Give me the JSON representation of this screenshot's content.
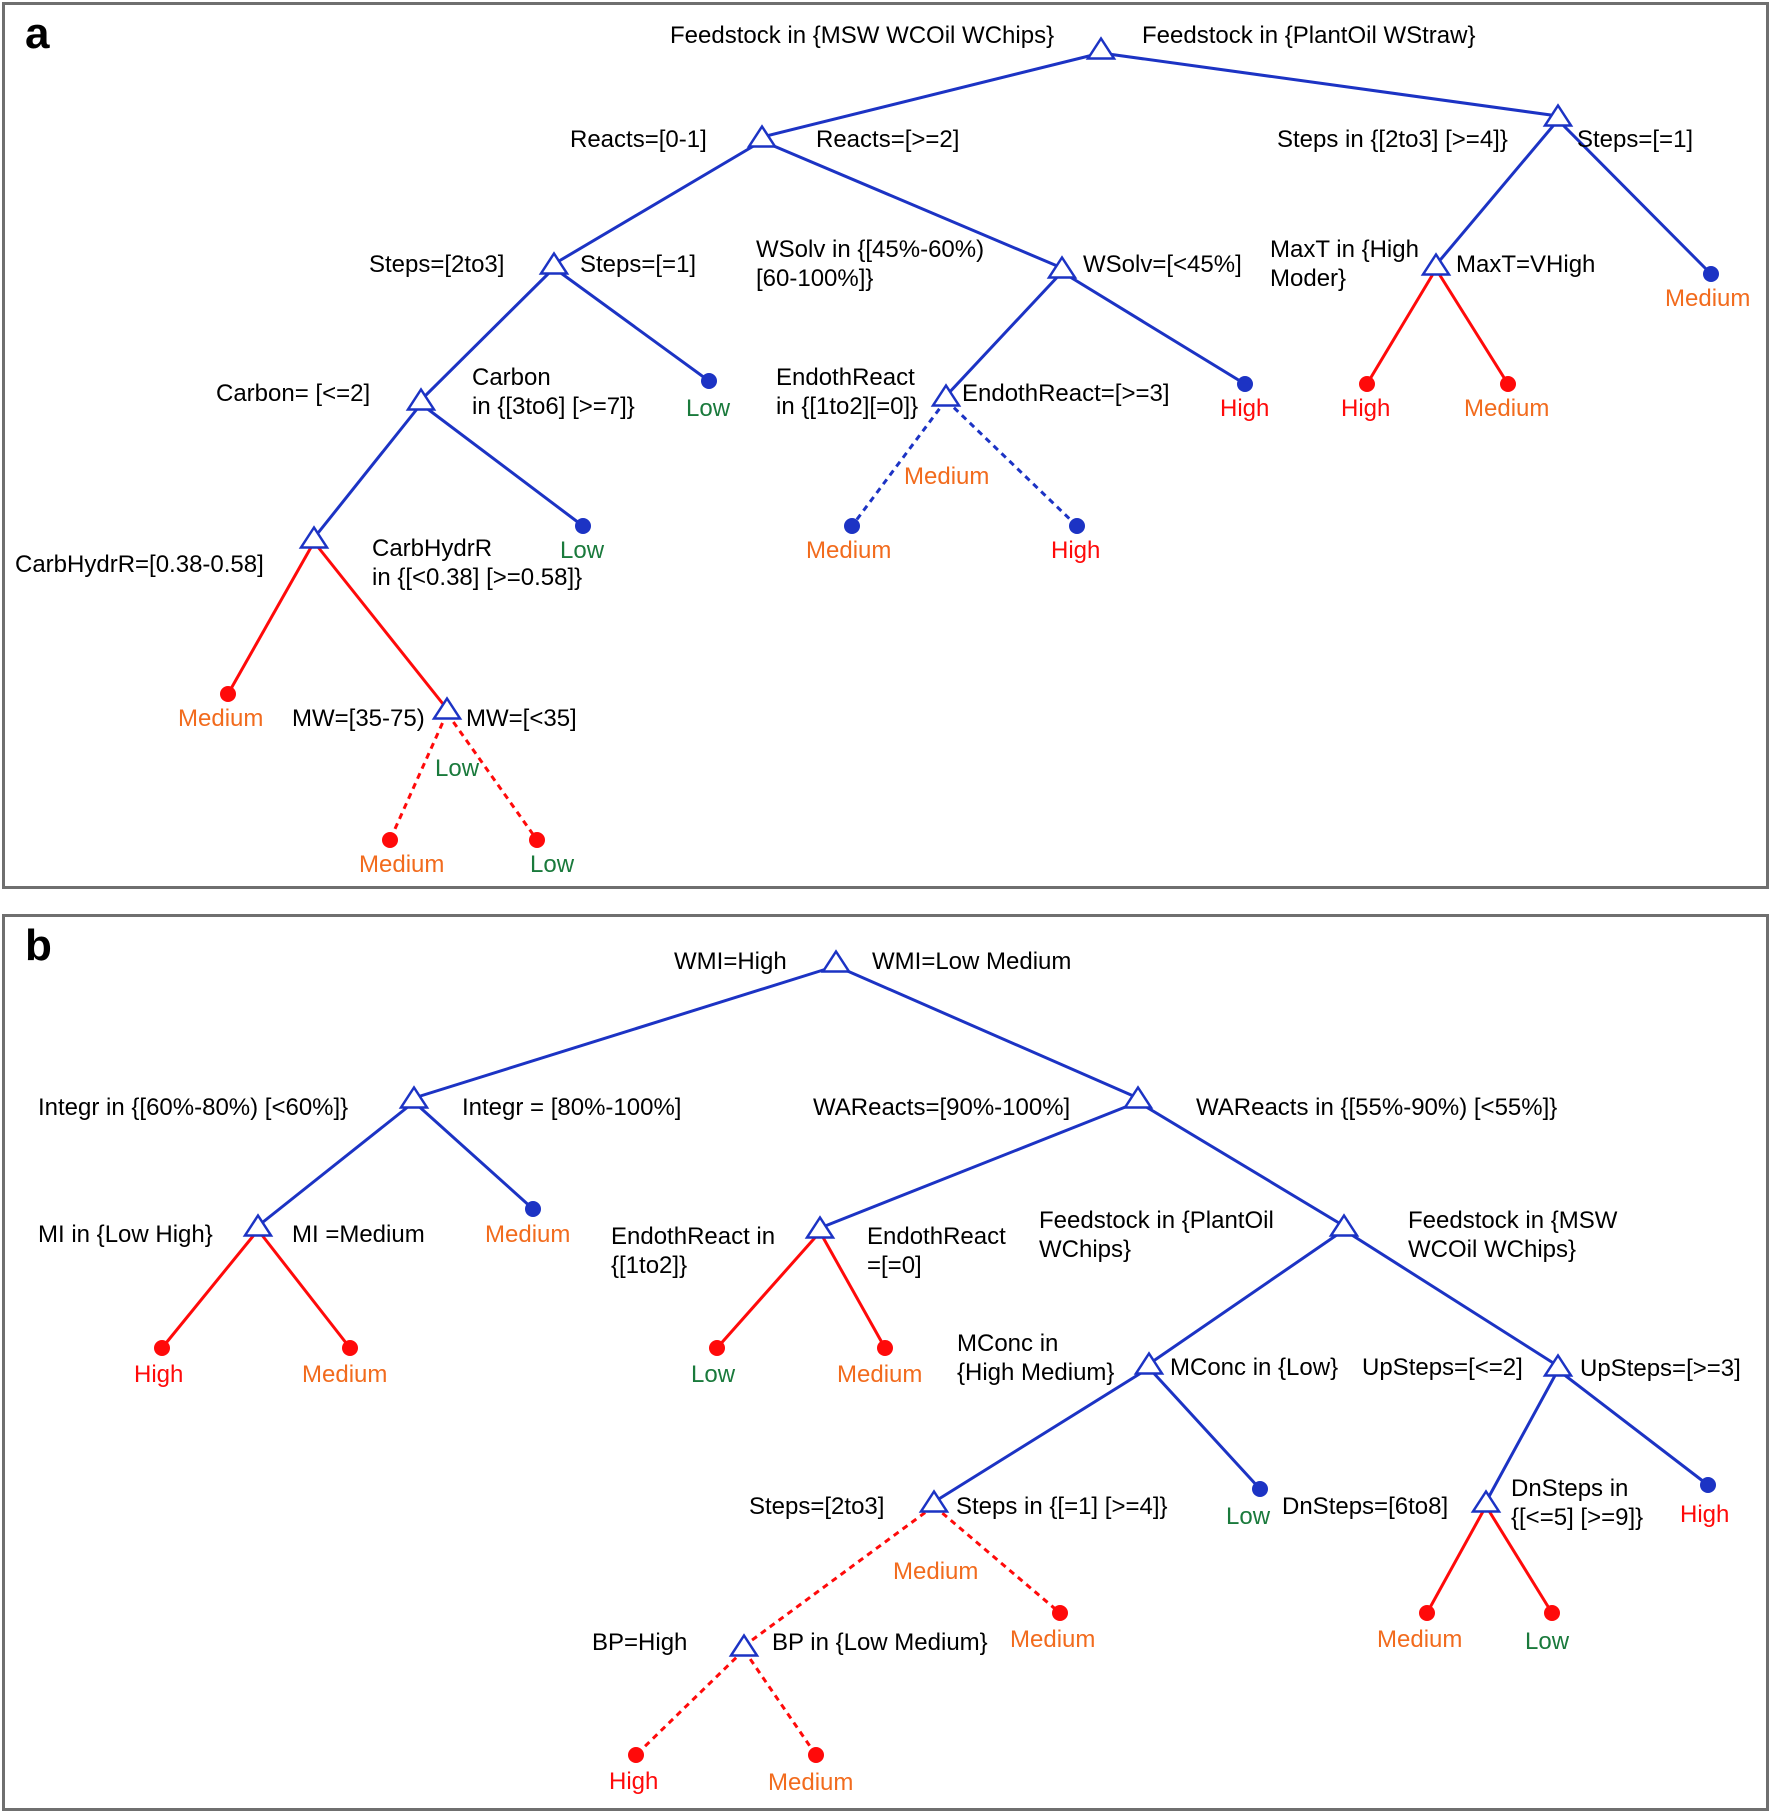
{
  "colors": {
    "blue": "#1c33c4",
    "red": "#ff0a0a",
    "orange": "#f26b1d",
    "green": "#1a7a3c",
    "black": "#000000"
  },
  "panels": [
    {
      "letter": "a",
      "node_shape": "triangle",
      "leaf_shape": "dot",
      "edges": [
        {
          "from": "a_root",
          "to": "a_n1",
          "color": "blue",
          "dashed": false
        },
        {
          "from": "a_root",
          "to": "a_n2",
          "color": "blue",
          "dashed": false
        },
        {
          "from": "a_n1",
          "to": "a_n3",
          "color": "blue",
          "dashed": false
        },
        {
          "from": "a_n1",
          "to": "a_n4",
          "color": "blue",
          "dashed": false
        },
        {
          "from": "a_n3",
          "to": "a_n5",
          "color": "blue",
          "dashed": false
        },
        {
          "from": "a_n3",
          "to": "a_l1",
          "color": "blue",
          "dashed": false
        },
        {
          "from": "a_n5",
          "to": "a_n6",
          "color": "blue",
          "dashed": false
        },
        {
          "from": "a_n5",
          "to": "a_l2",
          "color": "blue",
          "dashed": false
        },
        {
          "from": "a_n6",
          "to": "a_l3",
          "color": "red",
          "dashed": false
        },
        {
          "from": "a_n6",
          "to": "a_n7",
          "color": "red",
          "dashed": false
        },
        {
          "from": "a_n7",
          "to": "a_l4",
          "color": "red",
          "dashed": true
        },
        {
          "from": "a_n7",
          "to": "a_l5",
          "color": "red",
          "dashed": true
        },
        {
          "from": "a_n4",
          "to": "a_n8",
          "color": "blue",
          "dashed": false
        },
        {
          "from": "a_n4",
          "to": "a_l6",
          "color": "blue",
          "dashed": false
        },
        {
          "from": "a_n8",
          "to": "a_l7",
          "color": "blue",
          "dashed": true
        },
        {
          "from": "a_n8",
          "to": "a_l8",
          "color": "blue",
          "dashed": true
        },
        {
          "from": "a_n2",
          "to": "a_n9",
          "color": "blue",
          "dashed": false
        },
        {
          "from": "a_n2",
          "to": "a_l9",
          "color": "blue",
          "dashed": false
        },
        {
          "from": "a_n9",
          "to": "a_l10",
          "color": "red",
          "dashed": false
        },
        {
          "from": "a_n9",
          "to": "a_l11",
          "color": "red",
          "dashed": false
        }
      ],
      "nodes": [
        {
          "id": "a_root",
          "color": "blue"
        },
        {
          "id": "a_n1",
          "color": "blue"
        },
        {
          "id": "a_n2",
          "color": "blue"
        },
        {
          "id": "a_n3",
          "color": "blue"
        },
        {
          "id": "a_n4",
          "color": "blue"
        },
        {
          "id": "a_n5",
          "color": "blue"
        },
        {
          "id": "a_n6",
          "color": "blue"
        },
        {
          "id": "a_n7",
          "color": "blue"
        },
        {
          "id": "a_n8",
          "color": "blue"
        },
        {
          "id": "a_n9",
          "color": "blue"
        }
      ],
      "leaves": [
        {
          "id": "a_l1",
          "dot": "blue"
        },
        {
          "id": "a_l2",
          "dot": "blue"
        },
        {
          "id": "a_l3",
          "dot": "red"
        },
        {
          "id": "a_l4",
          "dot": "red"
        },
        {
          "id": "a_l5",
          "dot": "red"
        },
        {
          "id": "a_l6",
          "dot": "blue"
        },
        {
          "id": "a_l7",
          "dot": "blue"
        },
        {
          "id": "a_l8",
          "dot": "blue"
        },
        {
          "id": "a_l9",
          "dot": "blue"
        },
        {
          "id": "a_l10",
          "dot": "red"
        },
        {
          "id": "a_l11",
          "dot": "red"
        }
      ],
      "labels": [
        {
          "id": "a_t1",
          "lines": [
            "Feedstock in {MSW WCOil WChips}"
          ],
          "color": "black"
        },
        {
          "id": "a_t2",
          "lines": [
            "Feedstock in {PlantOil WStraw}"
          ],
          "color": "black"
        },
        {
          "id": "a_t3",
          "lines": [
            "Reacts=[0-1]"
          ],
          "color": "black"
        },
        {
          "id": "a_t4",
          "lines": [
            "Reacts=[>=2]"
          ],
          "color": "black"
        },
        {
          "id": "a_t5",
          "lines": [
            "Steps in {[2to3] [>=4]}"
          ],
          "color": "black"
        },
        {
          "id": "a_t6",
          "lines": [
            "Steps=[=1]"
          ],
          "color": "black"
        },
        {
          "id": "a_t7",
          "lines": [
            "Steps=[2to3]"
          ],
          "color": "black"
        },
        {
          "id": "a_t8",
          "lines": [
            "Steps=[=1]"
          ],
          "color": "black"
        },
        {
          "id": "a_t9",
          "lines": [
            "WSolv in {[45%-60%)",
            "[60-100%]}"
          ],
          "color": "black"
        },
        {
          "id": "a_t10",
          "lines": [
            "WSolv=[<45%]"
          ],
          "color": "black"
        },
        {
          "id": "a_t11",
          "lines": [
            "MaxT in {High",
            "Moder}"
          ],
          "color": "black"
        },
        {
          "id": "a_t12",
          "lines": [
            "MaxT=VHigh"
          ],
          "color": "black"
        },
        {
          "id": "a_t13",
          "lines": [
            "Medium"
          ],
          "color": "orange"
        },
        {
          "id": "a_t14",
          "lines": [
            "Carbon= [<=2]"
          ],
          "color": "black"
        },
        {
          "id": "a_t15",
          "lines": [
            "Carbon",
            "in {[3to6] [>=7]}"
          ],
          "color": "black"
        },
        {
          "id": "a_t16",
          "lines": [
            "Low"
          ],
          "color": "green"
        },
        {
          "id": "a_t17",
          "lines": [
            "EndothReact",
            "in {[1to2][=0]}"
          ],
          "color": "black"
        },
        {
          "id": "a_t18",
          "lines": [
            "EndothReact=[>=3]"
          ],
          "color": "black"
        },
        {
          "id": "a_t19",
          "lines": [
            "High"
          ],
          "color": "red"
        },
        {
          "id": "a_t20",
          "lines": [
            "High"
          ],
          "color": "red"
        },
        {
          "id": "a_t21",
          "lines": [
            "Medium"
          ],
          "color": "orange"
        },
        {
          "id": "a_t22",
          "lines": [
            "Medium"
          ],
          "color": "orange"
        },
        {
          "id": "a_t23",
          "lines": [
            "CarbHydrR=[0.38-0.58]"
          ],
          "color": "black"
        },
        {
          "id": "a_t24",
          "lines": [
            "CarbHydrR",
            "in {[<0.38] [>=0.58]}"
          ],
          "color": "black"
        },
        {
          "id": "a_t25",
          "lines": [
            "Low"
          ],
          "color": "green"
        },
        {
          "id": "a_t26",
          "lines": [
            "Medium"
          ],
          "color": "orange"
        },
        {
          "id": "a_t27",
          "lines": [
            "High"
          ],
          "color": "red"
        },
        {
          "id": "a_t28",
          "lines": [
            "Medium"
          ],
          "color": "orange"
        },
        {
          "id": "a_t29",
          "lines": [
            "MW=[35-75)"
          ],
          "color": "black"
        },
        {
          "id": "a_t30",
          "lines": [
            "MW=[<35]"
          ],
          "color": "black"
        },
        {
          "id": "a_t31",
          "lines": [
            "Low"
          ],
          "color": "green"
        },
        {
          "id": "a_t32",
          "lines": [
            "Medium"
          ],
          "color": "orange"
        },
        {
          "id": "a_t33",
          "lines": [
            "Low"
          ],
          "color": "green"
        }
      ]
    },
    {
      "letter": "b",
      "node_shape": "triangle",
      "leaf_shape": "dot",
      "edges": [
        {
          "from": "b_root",
          "to": "b_n1",
          "color": "blue",
          "dashed": false
        },
        {
          "from": "b_root",
          "to": "b_n2",
          "color": "blue",
          "dashed": false
        },
        {
          "from": "b_n1",
          "to": "b_n3",
          "color": "blue",
          "dashed": false
        },
        {
          "from": "b_n1",
          "to": "b_l1",
          "color": "blue",
          "dashed": false
        },
        {
          "from": "b_n3",
          "to": "b_l2",
          "color": "red",
          "dashed": false
        },
        {
          "from": "b_n3",
          "to": "b_l3",
          "color": "red",
          "dashed": false
        },
        {
          "from": "b_n2",
          "to": "b_n4",
          "color": "blue",
          "dashed": false
        },
        {
          "from": "b_n2",
          "to": "b_n5",
          "color": "blue",
          "dashed": false
        },
        {
          "from": "b_n4",
          "to": "b_l4",
          "color": "red",
          "dashed": false
        },
        {
          "from": "b_n4",
          "to": "b_l5",
          "color": "red",
          "dashed": false
        },
        {
          "from": "b_n5",
          "to": "b_n6",
          "color": "blue",
          "dashed": false
        },
        {
          "from": "b_n5",
          "to": "b_n7",
          "color": "blue",
          "dashed": false
        },
        {
          "from": "b_n6",
          "to": "b_n8",
          "color": "blue",
          "dashed": false
        },
        {
          "from": "b_n6",
          "to": "b_l6",
          "color": "blue",
          "dashed": false
        },
        {
          "from": "b_n8",
          "to": "b_n9",
          "color": "red",
          "dashed": true
        },
        {
          "from": "b_n8",
          "to": "b_l7",
          "color": "red",
          "dashed": true
        },
        {
          "from": "b_n9",
          "to": "b_l8",
          "color": "red",
          "dashed": true
        },
        {
          "from": "b_n9",
          "to": "b_l9",
          "color": "red",
          "dashed": true
        },
        {
          "from": "b_n7",
          "to": "b_n10",
          "color": "blue",
          "dashed": false
        },
        {
          "from": "b_n7",
          "to": "b_l10",
          "color": "blue",
          "dashed": false
        },
        {
          "from": "b_n10",
          "to": "b_l11",
          "color": "red",
          "dashed": false
        },
        {
          "from": "b_n10",
          "to": "b_l12",
          "color": "red",
          "dashed": false
        }
      ],
      "nodes": [
        {
          "id": "b_root",
          "color": "blue"
        },
        {
          "id": "b_n1",
          "color": "blue"
        },
        {
          "id": "b_n2",
          "color": "blue"
        },
        {
          "id": "b_n3",
          "color": "blue"
        },
        {
          "id": "b_n4",
          "color": "blue"
        },
        {
          "id": "b_n5",
          "color": "blue"
        },
        {
          "id": "b_n6",
          "color": "blue"
        },
        {
          "id": "b_n7",
          "color": "blue"
        },
        {
          "id": "b_n8",
          "color": "blue"
        },
        {
          "id": "b_n9",
          "color": "blue"
        },
        {
          "id": "b_n10",
          "color": "blue"
        }
      ],
      "leaves": [
        {
          "id": "b_l1",
          "dot": "blue"
        },
        {
          "id": "b_l2",
          "dot": "red"
        },
        {
          "id": "b_l3",
          "dot": "red"
        },
        {
          "id": "b_l4",
          "dot": "red"
        },
        {
          "id": "b_l5",
          "dot": "red"
        },
        {
          "id": "b_l6",
          "dot": "blue"
        },
        {
          "id": "b_l7",
          "dot": "red"
        },
        {
          "id": "b_l8",
          "dot": "red"
        },
        {
          "id": "b_l9",
          "dot": "red"
        },
        {
          "id": "b_l10",
          "dot": "blue"
        },
        {
          "id": "b_l11",
          "dot": "red"
        },
        {
          "id": "b_l12",
          "dot": "red"
        }
      ],
      "labels": [
        {
          "id": "b_t1",
          "lines": [
            "WMI=High"
          ],
          "color": "black"
        },
        {
          "id": "b_t2",
          "lines": [
            "WMI=Low Medium"
          ],
          "color": "black"
        },
        {
          "id": "b_t3",
          "lines": [
            "Integr in {[60%-80%) [<60%]}"
          ],
          "color": "black"
        },
        {
          "id": "b_t4",
          "lines": [
            "Integr = [80%-100%]"
          ],
          "color": "black"
        },
        {
          "id": "b_t5",
          "lines": [
            "WAReacts=[90%-100%]"
          ],
          "color": "black"
        },
        {
          "id": "b_t6",
          "lines": [
            "WAReacts in {[55%-90%) [<55%]}"
          ],
          "color": "black"
        },
        {
          "id": "b_t7",
          "lines": [
            "MI in {Low High}"
          ],
          "color": "black"
        },
        {
          "id": "b_t8",
          "lines": [
            "MI =Medium"
          ],
          "color": "black"
        },
        {
          "id": "b_t9",
          "lines": [
            "Medium"
          ],
          "color": "orange"
        },
        {
          "id": "b_t10",
          "lines": [
            "EndothReact in",
            "{[1to2]}"
          ],
          "color": "black"
        },
        {
          "id": "b_t11",
          "lines": [
            "EndothReact",
            "=[=0]"
          ],
          "color": "black"
        },
        {
          "id": "b_t12",
          "lines": [
            "Feedstock in {PlantOil",
            "WChips}"
          ],
          "color": "black"
        },
        {
          "id": "b_t13",
          "lines": [
            "Feedstock in {MSW",
            "WCOil WChips}"
          ],
          "color": "black"
        },
        {
          "id": "b_t14",
          "lines": [
            "High"
          ],
          "color": "red"
        },
        {
          "id": "b_t15",
          "lines": [
            "Medium"
          ],
          "color": "orange"
        },
        {
          "id": "b_t16",
          "lines": [
            "Low"
          ],
          "color": "green"
        },
        {
          "id": "b_t17",
          "lines": [
            "Medium"
          ],
          "color": "orange"
        },
        {
          "id": "b_t18",
          "lines": [
            "MConc in",
            "{High Medium}"
          ],
          "color": "black"
        },
        {
          "id": "b_t19",
          "lines": [
            "MConc in {Low}"
          ],
          "color": "black"
        },
        {
          "id": "b_t20",
          "lines": [
            "UpSteps=[<=2]"
          ],
          "color": "black"
        },
        {
          "id": "b_t21",
          "lines": [
            "UpSteps=[>=3]"
          ],
          "color": "black"
        },
        {
          "id": "b_t22",
          "lines": [
            "Steps=[2to3]"
          ],
          "color": "black"
        },
        {
          "id": "b_t23",
          "lines": [
            "Steps in {[=1] [>=4]}"
          ],
          "color": "black"
        },
        {
          "id": "b_t24",
          "lines": [
            "Low"
          ],
          "color": "green"
        },
        {
          "id": "b_t25",
          "lines": [
            "DnSteps=[6to8]"
          ],
          "color": "black"
        },
        {
          "id": "b_t26",
          "lines": [
            "DnSteps in",
            "{[<=5] [>=9]}"
          ],
          "color": "black"
        },
        {
          "id": "b_t27",
          "lines": [
            "High"
          ],
          "color": "red"
        },
        {
          "id": "b_t28",
          "lines": [
            "Medium"
          ],
          "color": "orange"
        },
        {
          "id": "b_t29",
          "lines": [
            "BP=High"
          ],
          "color": "black"
        },
        {
          "id": "b_t30",
          "lines": [
            "BP in {Low Medium}"
          ],
          "color": "black"
        },
        {
          "id": "b_t31",
          "lines": [
            "Medium"
          ],
          "color": "orange"
        },
        {
          "id": "b_t32",
          "lines": [
            "Medium"
          ],
          "color": "orange"
        },
        {
          "id": "b_t33",
          "lines": [
            "Low"
          ],
          "color": "green"
        },
        {
          "id": "b_t34",
          "lines": [
            "High"
          ],
          "color": "red"
        },
        {
          "id": "b_t35",
          "lines": [
            "Medium"
          ],
          "color": "orange"
        }
      ]
    }
  ]
}
